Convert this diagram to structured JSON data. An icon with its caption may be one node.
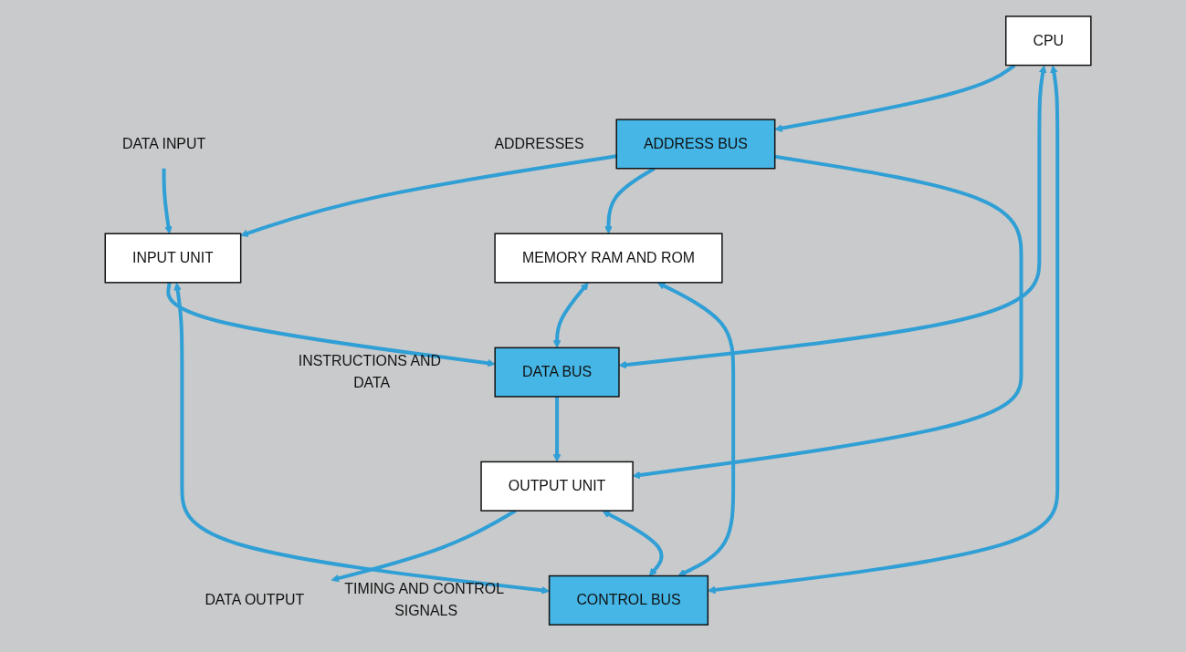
{
  "diagram": {
    "nodes": [
      {
        "text": [
          "DATA INPUT"
        ]
      },
      {
        "text": [
          "DATA OUTPUT"
        ]
      },
      {
        "text": [
          "INPUT UNIT"
        ]
      },
      {
        "text": [
          "CPU"
        ]
      },
      {
        "text": [
          "MEMORY RAM AND ROM"
        ]
      },
      {
        "text": [
          "OUTPUT UNIT"
        ]
      },
      {
        "text": [
          "ADDRESS BUS"
        ],
        "beside": [
          "ADDRESSES"
        ]
      },
      {
        "text": [
          "DATA BUS"
        ],
        "beside": [
          "INSTRUCTIONS AND DATA"
        ]
      },
      {
        "text": [
          "CONTROL BUS"
        ],
        "beside": [
          "TIMING AND CONTROL SIGNALS"
        ]
      }
    ],
    "edges": [
      {
        "from": 0,
        "to": 2,
        "arrow": "to"
      },
      {
        "from": 5,
        "to": 1,
        "arrow": "to"
      },
      {
        "from": 6,
        "to": 2,
        "arrow": "to"
      },
      {
        "from": 2,
        "to": 7,
        "arrow": "to"
      },
      {
        "from": 2,
        "to": 8,
        "arrow": "both"
      },
      {
        "from": 3,
        "to": 6,
        "arrow": "to"
      },
      {
        "from": 3,
        "to": 7,
        "arrow": "both"
      },
      {
        "from": 3,
        "to": 8,
        "arrow": "both"
      },
      {
        "from": 6,
        "to": 4,
        "arrow": "to"
      },
      {
        "from": 4,
        "to": 7,
        "arrow": "both"
      },
      {
        "from": 4,
        "to": 8,
        "arrow": "both"
      },
      {
        "from": 6,
        "to": 5,
        "arrow": "to"
      },
      {
        "from": 7,
        "to": 5,
        "arrow": "to"
      },
      {
        "from": 5,
        "to": 8,
        "arrow": "both"
      }
    ]
  }
}
